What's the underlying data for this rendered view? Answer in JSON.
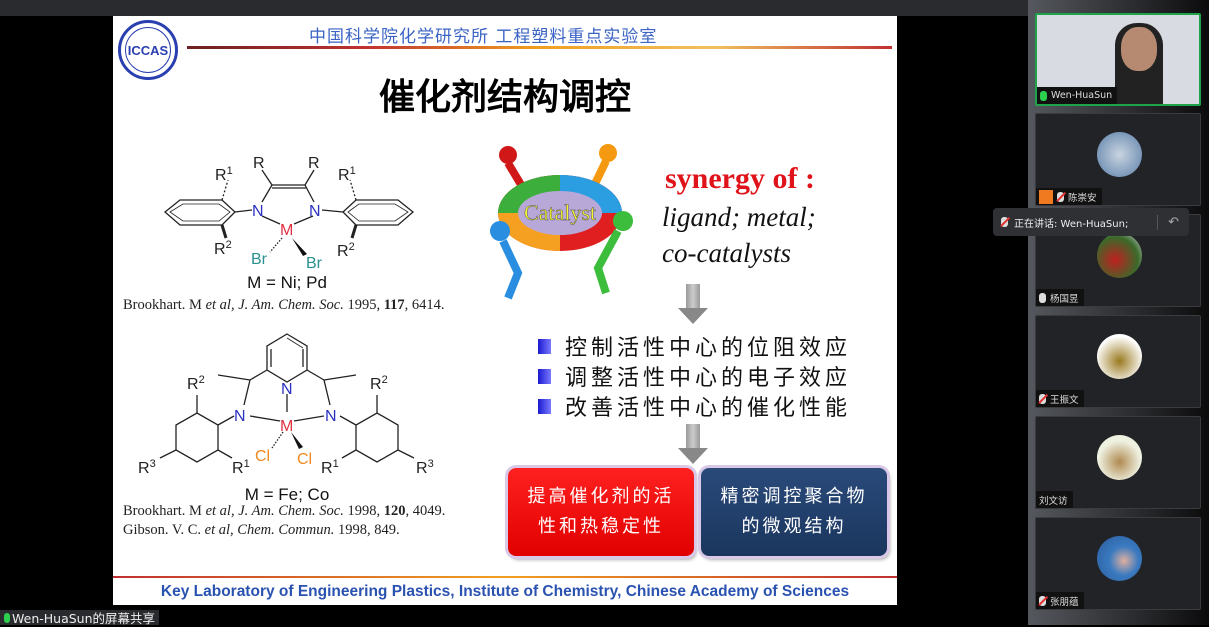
{
  "slide": {
    "logo_text": "ICCAS",
    "header": "中国科学院化学研究所   工程塑料重点实验室",
    "title": "催化剂结构调控",
    "structure1": {
      "R": "R",
      "R1": "R",
      "R2": "R",
      "sup1": "1",
      "sup2": "2",
      "N": "N",
      "M": "M",
      "Br": "Br",
      "caption": "M = Ni; Pd"
    },
    "citation1": {
      "author": "Brookhart. M ",
      "etal": "et al",
      "journal": ", J. Am. Chem. Soc.",
      "year": " 1995, ",
      "vol": "117",
      "page": ", 6414."
    },
    "structure2": {
      "R": "R",
      "sup1": "1",
      "sup2": "2",
      "sup3": "3",
      "N": "N",
      "M": "M",
      "Cl": "Cl",
      "caption": "M = Fe; Co"
    },
    "citation2": {
      "author": "Brookhart. M ",
      "etal": "et al",
      "journal": ", J. Am. Chem. Soc.",
      "year": " 1998, ",
      "vol": "120",
      "page": ", 4049."
    },
    "citation3": {
      "author": "Gibson. V. C. ",
      "etal": "et al",
      "journal": ", Chem. Commun.",
      "rest": " 1998, 849."
    },
    "catalyst_label": "Catalyst",
    "synergy": "synergy of :",
    "synergy_line1": "ligand; metal;",
    "synergy_line2": "co-catalysts",
    "bullets": [
      "控制活性中心的位阻效应",
      "调整活性中心的电子效应",
      "改善活性中心的催化性能"
    ],
    "box_red": [
      "提高催化剂的活",
      "性和热稳定性"
    ],
    "box_blue": [
      "精密调控聚合物",
      "的微观结构"
    ],
    "footer": "Key Laboratory of Engineering Plastics, Institute of Chemistry, Chinese Academy of Sciences"
  },
  "participants": [
    {
      "name": "Wen-HuaSun",
      "mic": "on",
      "active": true
    },
    {
      "name": "陈崇安",
      "mic": "muted"
    },
    {
      "name": "杨国昱",
      "mic": "normal"
    },
    {
      "name": "王振文",
      "mic": "muted"
    },
    {
      "name": "刘文访",
      "mic": "none"
    },
    {
      "name": "张朋蕴",
      "mic": "muted"
    }
  ],
  "speaking_toast": "正在讲话: Wen-HuaSun;",
  "share_label": "Wen-HuaSun的屏幕共享",
  "colors": {
    "accent_green": "#1fa34a",
    "slide_red": "#e0131a",
    "slide_blue": "#1a365e",
    "footer_blue": "#2a52b0"
  }
}
